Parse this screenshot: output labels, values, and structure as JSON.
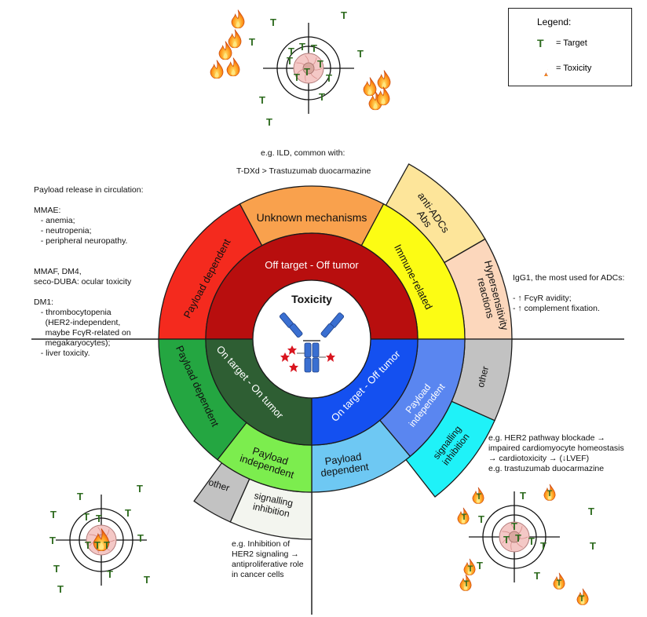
{
  "center": {
    "title": "Toxicity"
  },
  "rings": {
    "off_target_off_tumor": "Off target - Off tumor",
    "on_target_on_tumor": "On target  -  On tumor",
    "on_target_off_tumor": "On target  -  Off tumor"
  },
  "segments": {
    "upper_payload_dependent": "Payload dependent",
    "unknown_mechanisms": "Unknown mechanisms",
    "immune_related": "Immune-related",
    "anti_adcs_abs": [
      "anti-ADCs",
      "Abs"
    ],
    "hypersensitivity": [
      "Hypersensitivity",
      "reactions"
    ],
    "left_payload_dependent": "Payload dependent",
    "payload_independent_green": [
      "Payload",
      "independent"
    ],
    "other_green": "other",
    "signalling_inhibition_green": [
      "signalling",
      "inhibition"
    ],
    "payload_dependent_lightblue": [
      "Payload",
      "dependent"
    ],
    "payload_independent_blue": [
      "Payload",
      "independent"
    ],
    "other_blue": "other",
    "signalling_inhibition_cyan": [
      "signalling",
      "inhibition"
    ]
  },
  "notes": {
    "ild": "e.g. ILD, common with:",
    "tdxd": "T-DXd > Trastuzumab duocarmazine",
    "payload_release": "Payload release in circulation:\n\nMMAE:\n   - anemia;\n   - neutropenia;\n   - peripheral neuropathy.\n\n\nMMAF, DM4,\nseco-DUBA: ocular toxicity\n\nDM1:\n   - thrombocytopenia\n     (HER2-independent,\n     maybe FcγR-related on\n     megakaryocytes);\n   - liver toxicity.",
    "igg1": "IgG1, the most used for ADCs:\n\n- ↑ FcγR avidity;\n- ↑ complement fixation.",
    "her2_blockade": "e.g. HER2 pathway blockade →\nimpaired cardiomyocyte homeostasis\n→ cardiotoxicity → (↓LVEF)\ne.g. trastuzumab duocarmazine",
    "her2_inhibition": "e.g. Inhibition of\nHER2 signaling →\nantiproliferative role\nin cancer cells"
  },
  "legend": {
    "title": "Legend:",
    "target_symbol": "T",
    "target_label": "= Target",
    "toxicity_label": "= Toxicity"
  },
  "glyph": "T",
  "colors": {
    "red_dark": "#b80e0e",
    "red": "#f42a1e",
    "orange": "#f9a14d",
    "yellow": "#fcfc14",
    "light_yellow": "#fde59a",
    "peach": "#fcd7bc",
    "green_dark": "#2e5e33",
    "green": "#24a641",
    "light_green": "#7ced4e",
    "grey": "#c2c2c2",
    "off_white": "#f3f5ef",
    "blue": "#1450f0",
    "mid_blue": "#5a86f0",
    "light_blue": "#6ec8f3",
    "cyan": "#1ff2f8",
    "target_green": "#2e6b1f",
    "antibody_blue": "#3a6fd1",
    "payload_red": "#d9151f"
  }
}
